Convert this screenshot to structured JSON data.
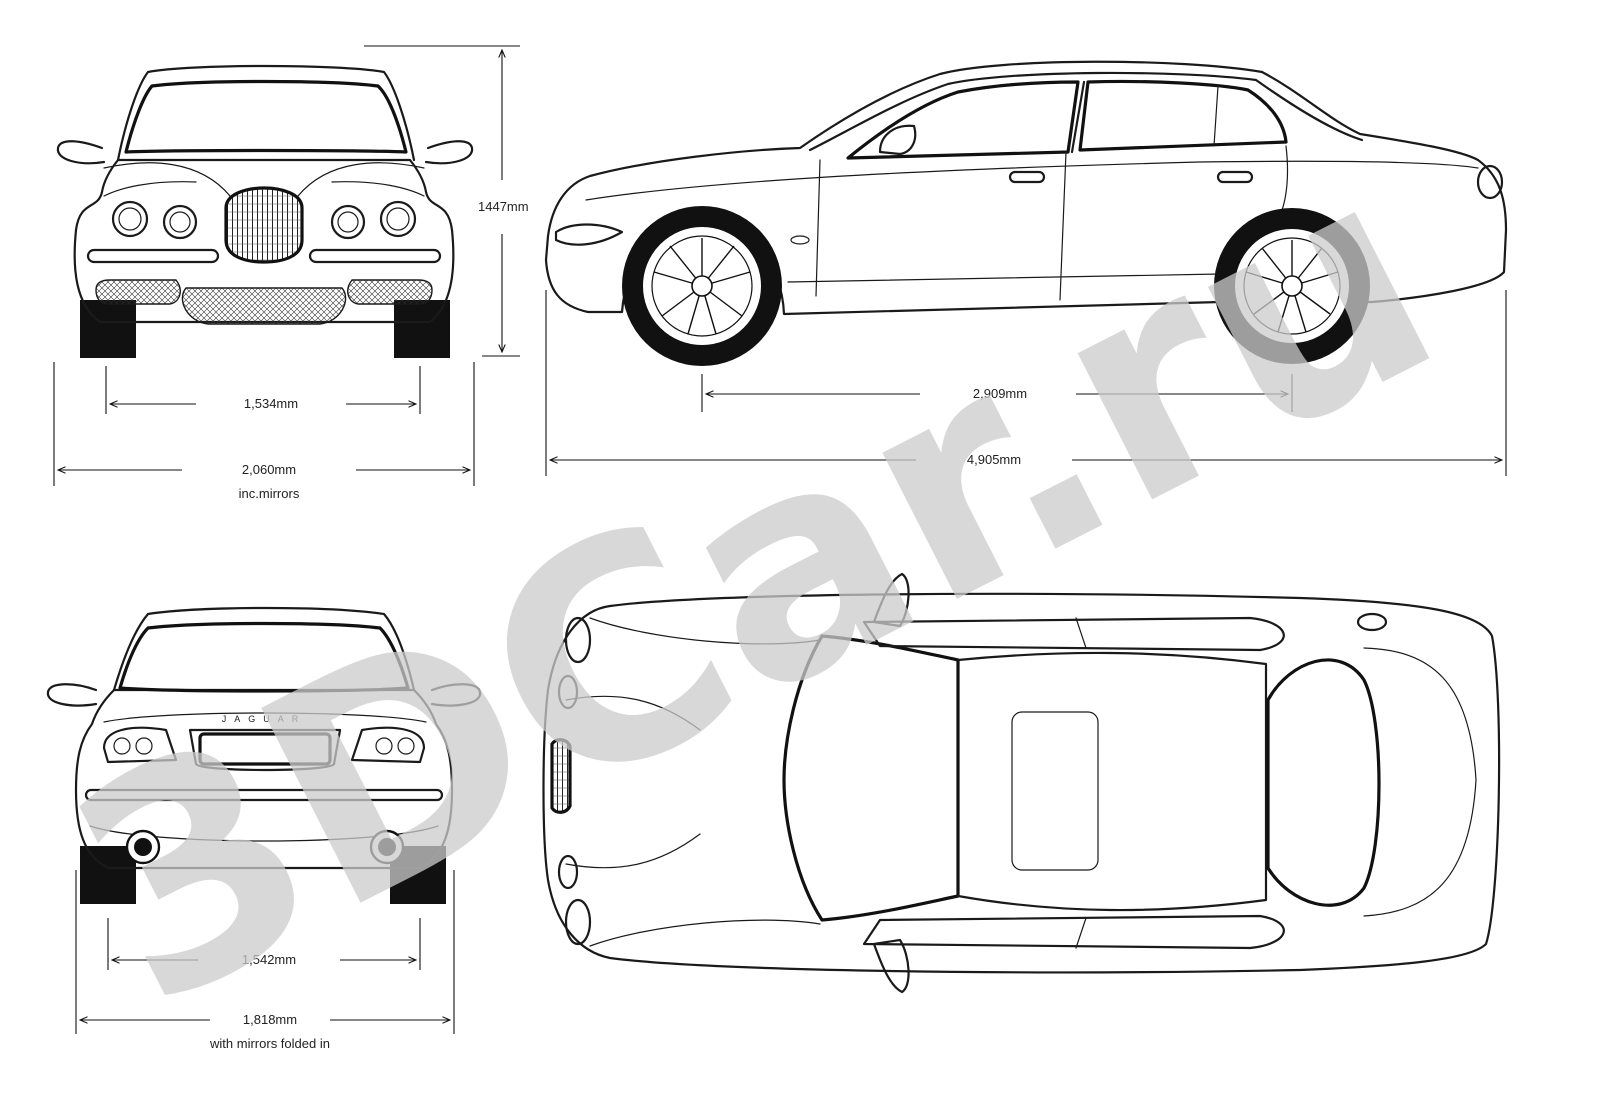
{
  "watermark": {
    "text": "3DCar.ru",
    "color": "#c8c8c8"
  },
  "colors": {
    "line": "#1a1a1a",
    "tyre": "#111111",
    "background": "#ffffff"
  },
  "dimensions": {
    "front_height": "1447mm",
    "front_track": "1,534mm",
    "front_width_mirrors": "2,060mm",
    "front_width_mirrors_note": "inc.mirrors",
    "wheelbase": "2,909mm",
    "overall_length": "4,905mm",
    "rear_track": "1,542mm",
    "rear_width_folded": "1,818mm",
    "rear_width_folded_note": "with mirrors folded in"
  },
  "views": {
    "front": {
      "name": "front-view"
    },
    "side": {
      "name": "side-view"
    },
    "rear": {
      "name": "rear-view",
      "trunk_lettering": "JAGUAR"
    },
    "top": {
      "name": "top-view"
    }
  }
}
